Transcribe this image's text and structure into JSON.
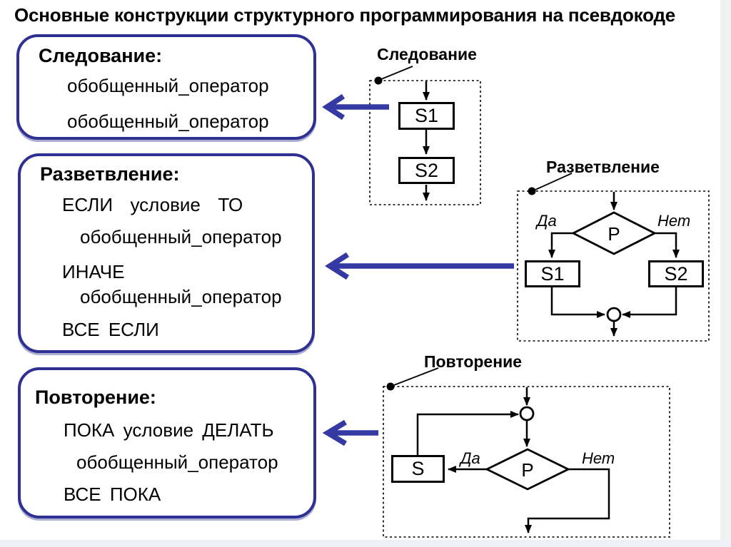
{
  "title": "Основные конструкции структурного программирования на псевдокоде",
  "colors": {
    "box_border": "#2E3192",
    "arrow_blue": "#3439A4",
    "flow_line": "#000000"
  },
  "pseudocode": {
    "sequence": {
      "heading": "Следование:",
      "lines": [
        "обобщенный_оператор",
        "обобщенный_оператор"
      ]
    },
    "branch": {
      "heading": "Разветвление:",
      "lines": [
        "ЕСЛИ  условие  ТО",
        "обобщенный_оператор",
        "ИНАЧЕ",
        "обобщенный_оператор",
        "ВСЕ ЕСЛИ"
      ]
    },
    "loop": {
      "heading": "Повторение:",
      "lines": [
        "ПОКА условие ДЕЛАТЬ",
        "обобщенный_оператор",
        "ВСЕ ПОКА"
      ]
    }
  },
  "flowcharts": {
    "sequence": {
      "label": "Следование",
      "block1": "S1",
      "block2": "S2"
    },
    "branch": {
      "label": "Разветвление",
      "condition": "P",
      "yes_label": "Да",
      "no_label": "Нет",
      "block1": "S1",
      "block2": "S2"
    },
    "loop": {
      "label": "Повторение",
      "condition": "P",
      "yes_label": "Да",
      "no_label": "Нет",
      "block": "S"
    }
  }
}
